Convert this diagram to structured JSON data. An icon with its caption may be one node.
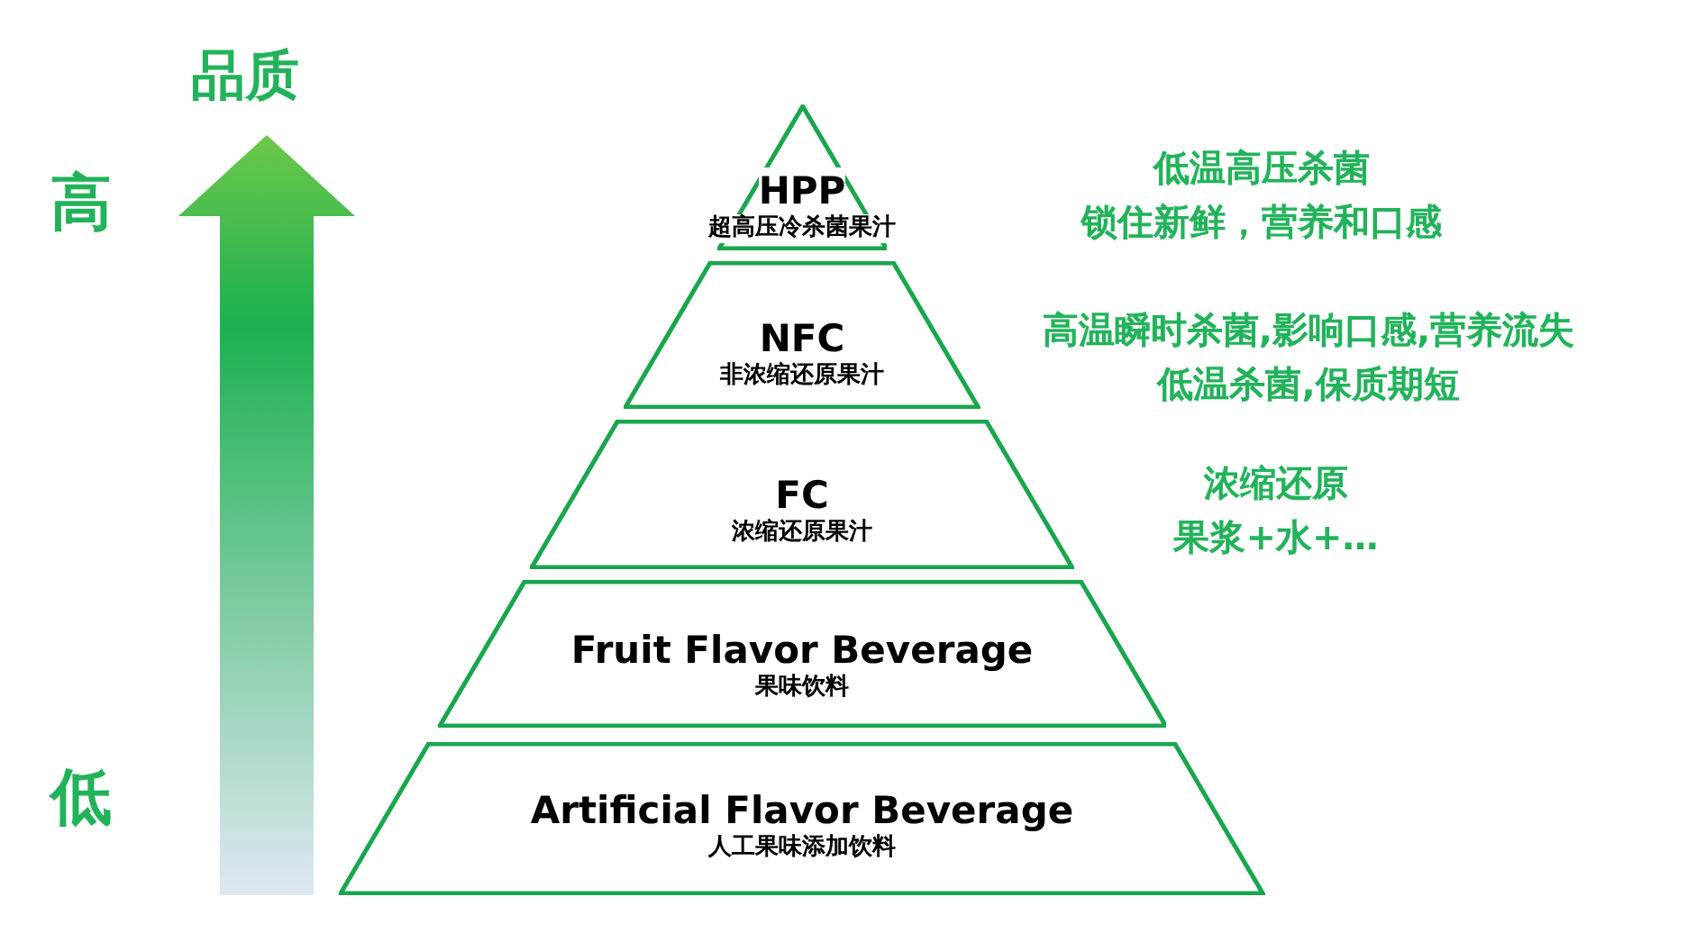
{
  "diagram": {
    "nodes": [
      {
        "text": [
          "HPP",
          "超高压冷杀菌果汁"
        ],
        "beside": [
          "低温高压杀菌",
          "锁住新鲜，营养和口感"
        ]
      },
      {
        "text": [
          "NFC",
          "非浓缩还原果汁"
        ],
        "beside": [
          "高温瞬时杀菌,影响口感,营养流失",
          "低温杀菌,保质期短"
        ]
      },
      {
        "text": [
          "FC",
          "浓缩还原果汁"
        ],
        "beside": [
          "浓缩还原",
          "果浆+水+…"
        ]
      },
      {
        "text": [
          "Fruit Flavor Beverage",
          "果味饮料"
        ]
      },
      {
        "text": [
          "Artificial Flavor Beverage",
          "人工果味添加饮料"
        ]
      }
    ],
    "labels": [
      "品质",
      "高",
      "低"
    ]
  }
}
